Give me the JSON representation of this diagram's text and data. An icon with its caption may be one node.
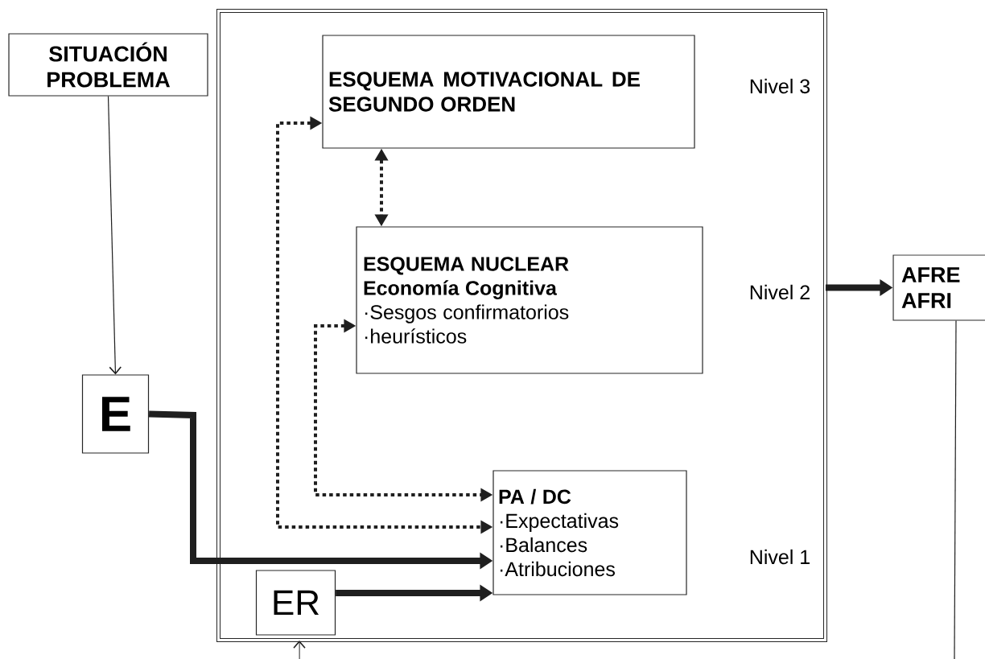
{
  "diagram": {
    "nodes": [
      {
        "text": [
          "SITUACIÓN PROBLEMA"
        ]
      },
      {
        "text": [],
        "shape": "box"
      },
      {
        "text": [
          "ESQUEMA MOTIVACIONAL DE SEGUNDO ORDEN"
        ],
        "in": 1
      },
      {
        "text": [
          "ESQUEMA NUCLEAR",
          "Economía Cognitiva",
          "·Sesgos confirmatorios",
          "·heurísticos"
        ],
        "in": 1
      },
      {
        "text": [
          "PA / DC",
          "·Expectativas",
          "·Balances",
          "·Atribuciones"
        ],
        "in": 1
      },
      {
        "text": [
          "E"
        ]
      },
      {
        "text": [
          "ER"
        ],
        "in": 1
      },
      {
        "text": [
          "AFRE AFRI"
        ]
      }
    ],
    "edges": [
      {
        "from": 0,
        "to": 5,
        "arrow": "to"
      },
      {
        "from": 5,
        "to": 4,
        "arrow": "to",
        "style": "thick"
      },
      {
        "from": 6,
        "to": 4,
        "arrow": "to",
        "style": "thick"
      },
      {
        "from": 2,
        "to": 3,
        "arrow": "both",
        "style": "dashed"
      },
      {
        "from": 2,
        "to": 4,
        "arrow": "both",
        "style": "dashed"
      },
      {
        "from": 3,
        "to": 4,
        "arrow": "both",
        "style": "dashed"
      },
      {
        "from": 1,
        "to": 7,
        "arrow": "to",
        "style": "thick"
      },
      {
        "from": 7,
        "to": null,
        "arrow": "none"
      },
      {
        "from": null,
        "to": 1,
        "arrow": "to"
      }
    ],
    "labels": [
      "Nivel 3",
      "Nivel 2",
      "Nivel 1"
    ]
  }
}
